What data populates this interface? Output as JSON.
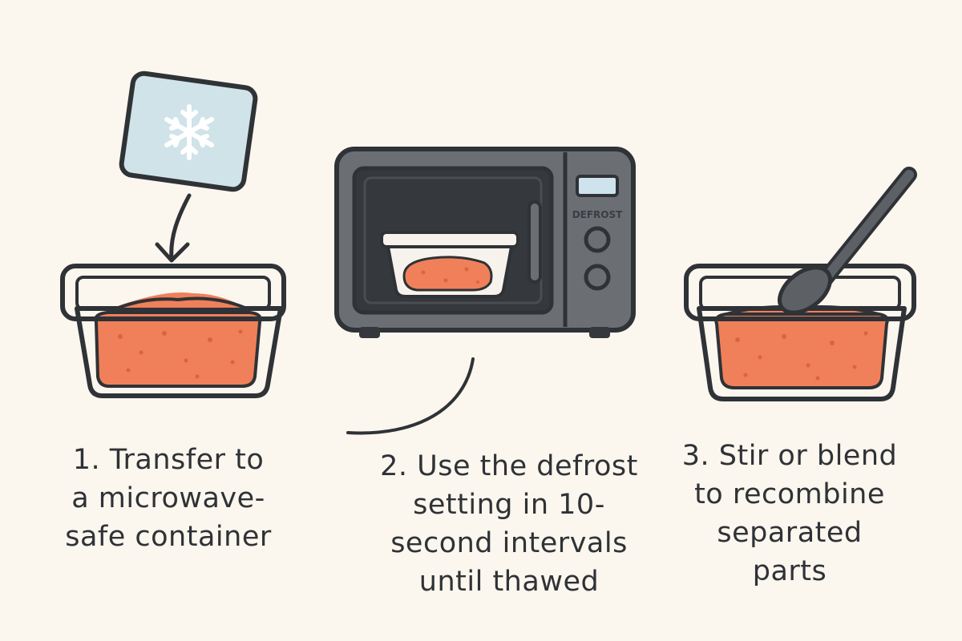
{
  "steps": [
    {
      "number": "1.",
      "lines": [
        "1. Transfer to",
        "a microwave-",
        "safe container"
      ],
      "icons": [
        "frozen-pack-icon",
        "arrow-down-icon",
        "container-icon"
      ]
    },
    {
      "number": "2.",
      "lines": [
        "2. Use the defrost",
        "setting in 10-",
        "second intervals",
        "until thawed"
      ],
      "icons": [
        "microwave-icon",
        "curved-line-icon"
      ]
    },
    {
      "number": "3.",
      "lines": [
        "3. Stir or blend",
        "to recombine",
        "separated",
        "parts"
      ],
      "icons": [
        "container-icon",
        "spoon-icon"
      ]
    }
  ],
  "microwave": {
    "button_label": "DEFROST"
  },
  "colors": {
    "background": "#fbf6ee",
    "outline": "#2f3236",
    "food": "#f0805a",
    "ice_pack": "#cfe3e8",
    "microwave_body": "#6b6e73",
    "microwave_window": "#35383d",
    "display": "#cfe3ee",
    "spoon": "#5d6065"
  }
}
